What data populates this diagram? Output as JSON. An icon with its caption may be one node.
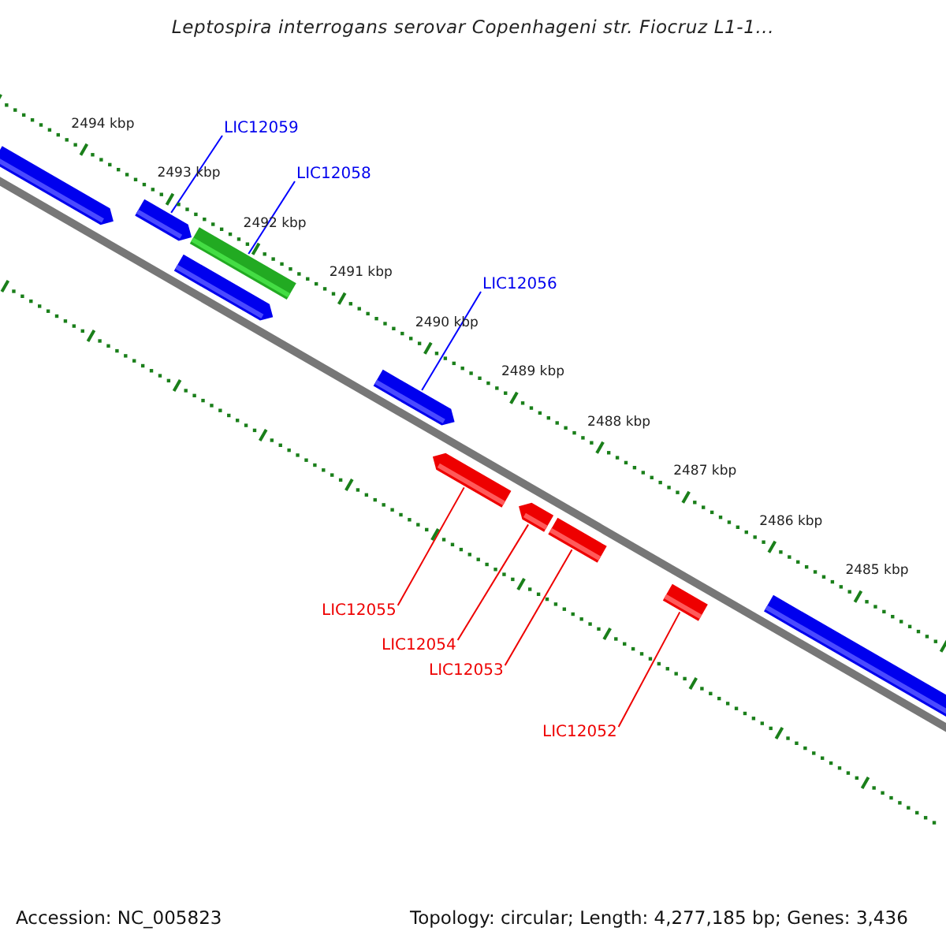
{
  "diagram": {
    "title": "Leptospira interrogans serovar Copenhageni str. Fiocruz L1-1...",
    "nodes": [
      {
        "text": [
          "LIC12059"
        ]
      },
      {
        "text": [
          "LIC12058"
        ]
      },
      {
        "text": [
          "LIC12056"
        ]
      },
      {
        "text": [
          "LIC12055"
        ]
      },
      {
        "text": [
          "LIC12054"
        ]
      },
      {
        "text": [
          "LIC12053"
        ]
      },
      {
        "text": [
          "LIC12052"
        ]
      },
      {
        "text": [],
        "shape": "box"
      },
      {
        "text": [],
        "shape": "box"
      },
      {
        "text": [],
        "shape": "box"
      },
      {
        "text": [],
        "shape": "box"
      },
      {
        "text": [],
        "shape": "box"
      },
      {
        "text": [],
        "shape": "box"
      },
      {
        "text": [],
        "shape": "box"
      },
      {
        "text": [],
        "shape": "box"
      },
      {
        "text": [],
        "shape": "box"
      },
      {
        "text": [],
        "shape": "box"
      }
    ],
    "edges": [
      {
        "from": 0,
        "to": 8,
        "arrow": "none",
        "color": "#0000ff"
      },
      {
        "from": 1,
        "to": 10,
        "arrow": "none",
        "color": "#0000ff"
      },
      {
        "from": 2,
        "to": 11,
        "arrow": "none",
        "color": "#0000ff"
      },
      {
        "from": 3,
        "to": 12,
        "arrow": "none"
      },
      {
        "from": 4,
        "to": 13,
        "arrow": "none"
      },
      {
        "from": 5,
        "to": 14,
        "arrow": "none"
      },
      {
        "from": 6,
        "to": 15,
        "arrow": "none"
      }
    ],
    "labels": [
      "2494 kbp",
      "2493 kbp",
      "2492 kbp",
      "2491 kbp",
      "2490 kbp",
      "2489 kbp",
      "2488 kbp",
      "2487 kbp",
      "2486 kbp",
      "2485 kbp",
      "Accession: NC_005823",
      "Topology: circular; Length: 4,277,185 bp; Genes: 3,436"
    ]
  }
}
